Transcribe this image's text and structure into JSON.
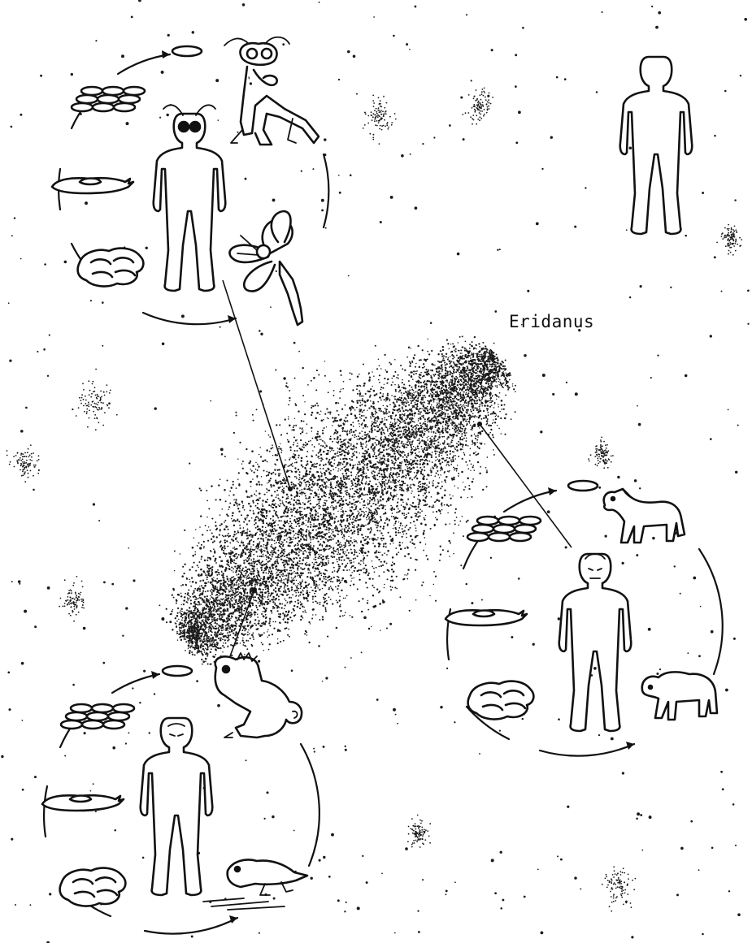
{
  "label": {
    "constellation": "Eridanus"
  },
  "colors": {
    "ink": "#111111",
    "paper": "#ffffff",
    "nebula": "#1a1a1a"
  },
  "cycles": [
    {
      "id": "upper-left",
      "figures": [
        "egg-icon",
        "egg-cluster-icon",
        "larva-icon",
        "young-icon",
        "mantis-icon",
        "dragonfly-icon",
        "insectoid-humanoid-icon"
      ]
    },
    {
      "id": "lower-left",
      "figures": [
        "egg-icon",
        "egg-cluster-icon",
        "larva-icon",
        "young-icon",
        "iguana-icon",
        "lizard-icon",
        "reptilian-humanoid-icon"
      ]
    },
    {
      "id": "right",
      "figures": [
        "egg-icon",
        "egg-cluster-icon",
        "larva-icon",
        "young-icon",
        "horse-icon",
        "pony-icon",
        "mammalian-humanoid-icon"
      ]
    }
  ],
  "standalone": {
    "figure": "human-silhouette-icon"
  }
}
